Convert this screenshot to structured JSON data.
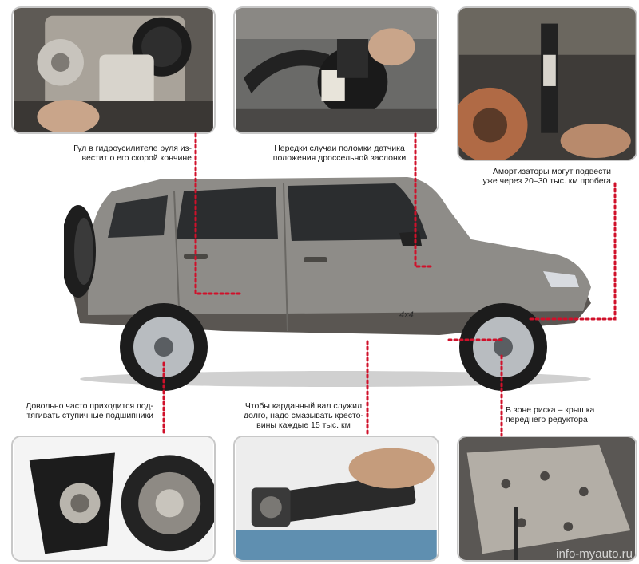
{
  "captions": {
    "power_steering": "Гул в гидроусилителе руля из-\nвестит о его скорой кончине",
    "throttle_sensor": "Нередки случаи поломки датчика\nположения дроссельной заслонки",
    "shock_absorbers": "Амортизаторы могут подвести\nуже через 20–30 тыс. км пробега",
    "hub_bearings": "Довольно часто приходится под-\nтягивать ступичные подшипники",
    "cardan_shaft": "Чтобы  карданный вал служил\nдолго, надо смазывать кресто-\nвины каждые 15 тыс. км",
    "front_reducer": "В зоне риска – крышка\nпереднего редуктора"
  },
  "car_badge": "4x4",
  "watermark": "info-myauto.ru",
  "colors": {
    "leader": "#d0102a",
    "car_body": "#8e8c88",
    "car_lower": "#5a5652"
  }
}
